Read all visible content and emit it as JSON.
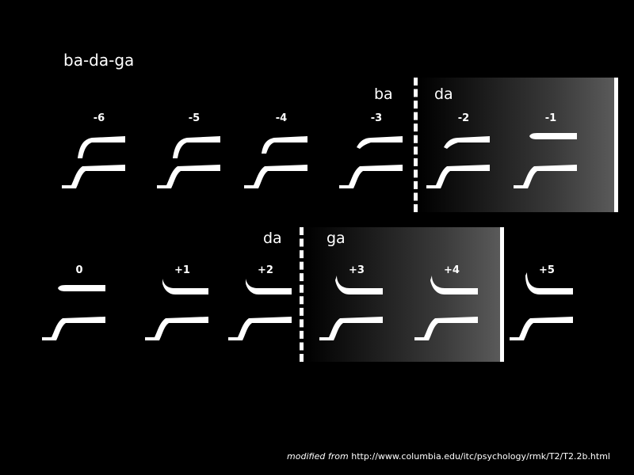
{
  "title": "ba-da-ga",
  "row1": {
    "label_left": "ba",
    "label_right": "da",
    "tokens": [
      {
        "label": "-6",
        "f2_transition": "rising-steep"
      },
      {
        "label": "-5",
        "f2_transition": "rising-steep"
      },
      {
        "label": "-4",
        "f2_transition": "rising"
      },
      {
        "label": "-3",
        "f2_transition": "rising-slight"
      },
      {
        "label": "-2",
        "f2_transition": "rising-slight"
      },
      {
        "label": "-1",
        "f2_transition": "flat"
      }
    ]
  },
  "row2": {
    "label_left": "da",
    "label_right": "ga",
    "tokens": [
      {
        "label": "0",
        "f2_transition": "flat"
      },
      {
        "label": "+1",
        "f2_transition": "falling-slight"
      },
      {
        "label": "+2",
        "f2_transition": "falling-slight"
      },
      {
        "label": "+3",
        "f2_transition": "falling"
      },
      {
        "label": "+4",
        "f2_transition": "falling"
      },
      {
        "label": "+5",
        "f2_transition": "falling-steep"
      }
    ]
  },
  "credit": {
    "prefix": "modified from",
    "url": "http://www.columbia.edu/itc/psychology/rmk/T2/T2.2b.html"
  },
  "colors": {
    "background": "#000000",
    "foreground": "#ffffff"
  }
}
